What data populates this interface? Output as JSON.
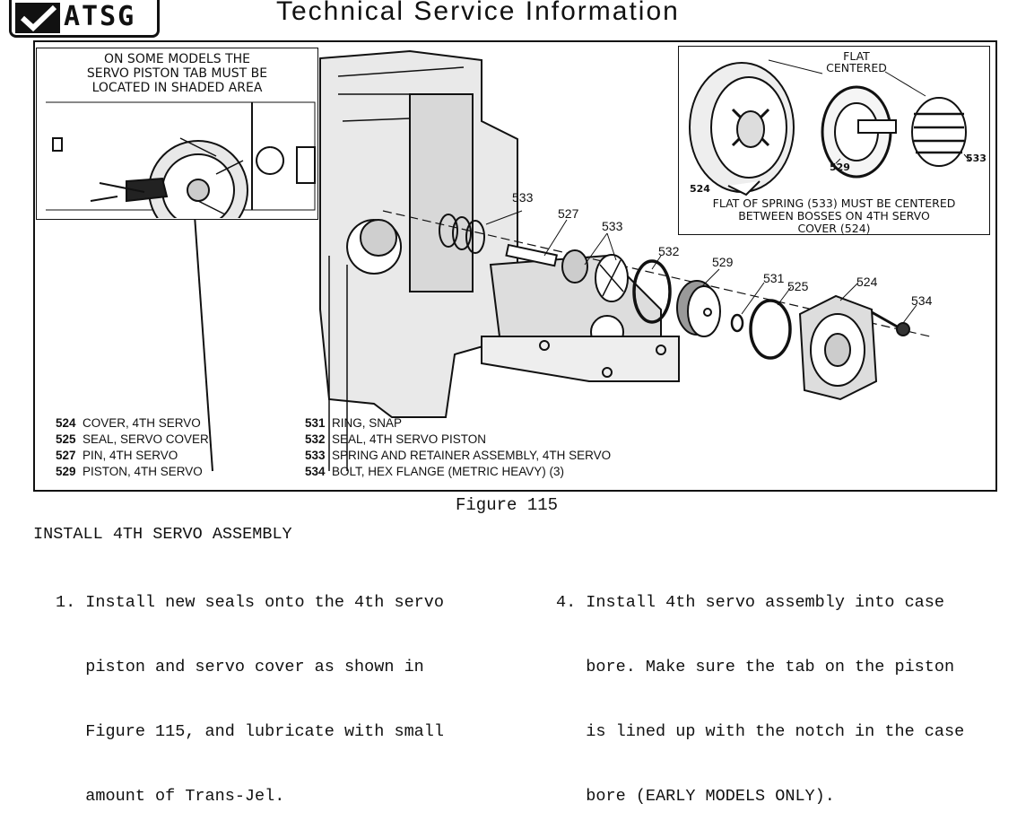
{
  "header": {
    "logo_text": "ATSG",
    "title": "Technical Service Information"
  },
  "inset_left": {
    "caption_lines": [
      "ON SOME MODELS THE",
      "SERVO PISTON TAB MUST BE",
      "LOCATED IN SHADED AREA"
    ]
  },
  "inset_right": {
    "flat_label_lines": [
      "FLAT",
      "CENTERED"
    ],
    "caption_lines": [
      "FLAT OF SPRING (533) MUST BE CENTERED",
      "BETWEEN BOSSES ON 4TH SERVO",
      "COVER (524)"
    ],
    "callouts": {
      "c524": "524",
      "c529": "529",
      "c533": "533"
    }
  },
  "callouts": {
    "c533a": "533",
    "c527": "527",
    "c533b": "533",
    "c532": "532",
    "c529": "529",
    "c531": "531",
    "c525": "525",
    "c524": "524",
    "c534": "534"
  },
  "legend_left": [
    {
      "num": "524",
      "text": "COVER, 4TH SERVO"
    },
    {
      "num": "525",
      "text": "SEAL, SERVO COVER"
    },
    {
      "num": "527",
      "text": "PIN, 4TH SERVO"
    },
    {
      "num": "529",
      "text": "PISTON, 4TH SERVO"
    }
  ],
  "legend_right": [
    {
      "num": "531",
      "text": "RING, SNAP"
    },
    {
      "num": "532",
      "text": "SEAL, 4TH SERVO PISTON"
    },
    {
      "num": "533",
      "text": "SPRING AND RETAINER ASSEMBLY, 4TH SERVO"
    },
    {
      "num": "534",
      "text": "BOLT, HEX FLANGE (METRIC HEAVY) (3)"
    }
  ],
  "figure_caption": "Figure 115",
  "section_title": "INSTALL 4TH SERVO ASSEMBLY",
  "step1_lines": [
    "1. Install new seals onto the 4th servo",
    "   piston and servo cover as shown in",
    "   Figure 115, and lubricate with small",
    "   amount of Trans-Jel."
  ],
  "step4_lines": [
    "4. Install 4th servo assembly into case",
    "   bore. Make sure the tab on the piston",
    "   is lined up with the notch in the case",
    "   bore (EARLY MODELS ONLY)."
  ]
}
